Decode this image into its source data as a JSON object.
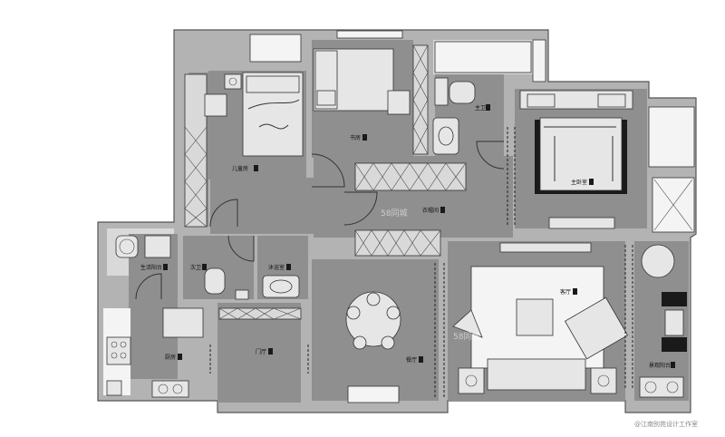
{
  "plan": {
    "rooms": {
      "kids_room": "儿童房",
      "study": "书房",
      "master_toilet": "主卫",
      "master_bedroom": "主卧室",
      "cloakroom": "衣帽间",
      "laundry_balcony": "生活阳台",
      "guest_toilet": "次卫",
      "bath_room": "沐浴室",
      "kitchen": "厨房",
      "entrance": "门厅",
      "dining": "餐厅",
      "living": "客厅",
      "leisure_balcony": "景观阳台"
    },
    "watermark": "58同城",
    "watermark2": "58同城",
    "credit": "@江南别苑设计工作室"
  }
}
